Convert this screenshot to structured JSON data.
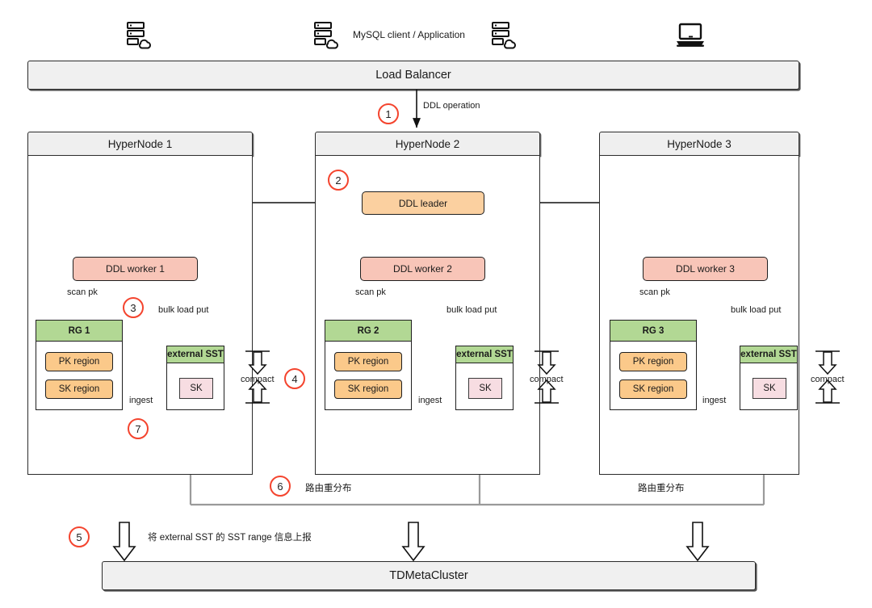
{
  "top": {
    "client_label": "MySQL client / Application",
    "icons": [
      "server-cloud-icon",
      "server-cloud-icon",
      "server-cloud-icon",
      "laptop-icon"
    ]
  },
  "load_balancer": {
    "label": "Load Balancer"
  },
  "meta_cluster": {
    "label": "TDMetaCluster"
  },
  "steps": [
    {
      "n": "1",
      "note": "DDL operation"
    },
    {
      "n": "2",
      "note": ""
    },
    {
      "n": "3",
      "note": ""
    },
    {
      "n": "4",
      "note": ""
    },
    {
      "n": "5",
      "note": "将 external SST 的 SST range 信息上报"
    },
    {
      "n": "6",
      "note": "路由重分布"
    },
    {
      "n": "7",
      "note": ""
    }
  ],
  "edge_labels": {
    "ddl_operation": "DDL operation",
    "scan_pk": "scan pk",
    "bulk_load_put": "bulk load put",
    "ingest": "ingest",
    "compact": "compact",
    "route_redistribute": "路由重分布",
    "report_sst_range": "将 external SST 的 SST range 信息上报"
  },
  "leader": {
    "label": "DDL leader"
  },
  "nodes": [
    {
      "title": "HyperNode 1",
      "worker": "DDL worker 1",
      "rg": "RG 1",
      "pk_region": "PK region",
      "sk_region": "SK region",
      "external_sst": "external SST",
      "sk": "SK",
      "scan_pk": "scan pk",
      "bulk_load_put": "bulk load put",
      "ingest": "ingest",
      "compact": "compact"
    },
    {
      "title": "HyperNode 2",
      "worker": "DDL worker 2",
      "rg": "RG 2",
      "pk_region": "PK region",
      "sk_region": "SK region",
      "external_sst": "external SST",
      "sk": "SK",
      "scan_pk": "scan pk",
      "bulk_load_put": "bulk load put",
      "ingest": "ingest",
      "compact": "compact"
    },
    {
      "title": "HyperNode 3",
      "worker": "DDL worker 3",
      "rg": "RG 3",
      "pk_region": "PK region",
      "sk_region": "SK region",
      "external_sst": "external SST",
      "sk": "SK",
      "scan_pk": "scan pk",
      "bulk_load_put": "bulk load put",
      "ingest": "ingest",
      "compact": "compact"
    }
  ],
  "colors": {
    "step_circle": "#f4442e",
    "leader_fill": "#fbd0a0",
    "worker_fill": "#f8c5b8",
    "rg_header_fill": "#b2d894",
    "region_fill": "#fbc98a",
    "sk_fill": "#f7dde2",
    "panel_fill": "#efefef",
    "gray_arrow": "#9a9a9a"
  }
}
